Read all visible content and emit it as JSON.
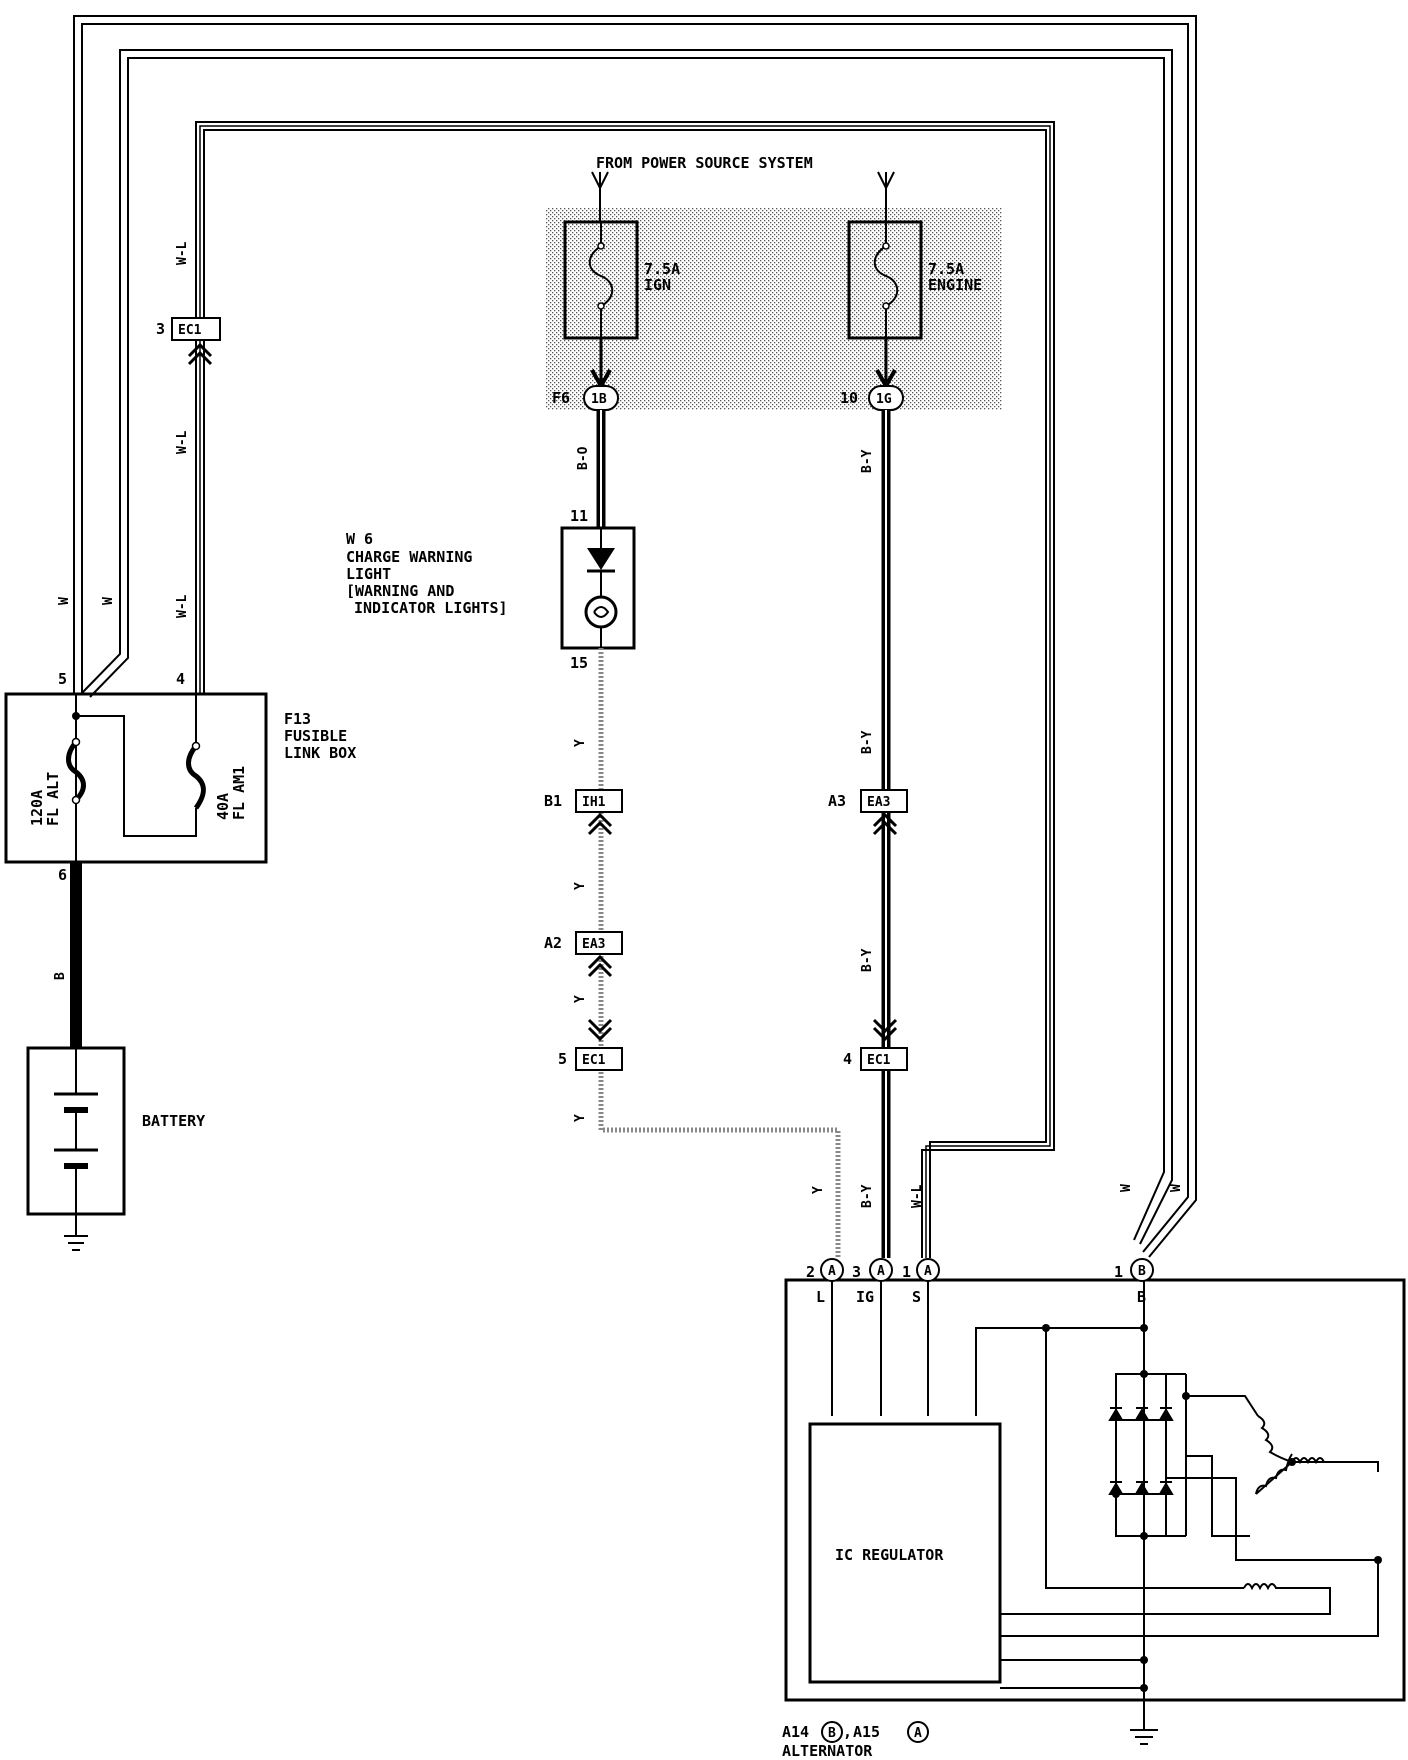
{
  "header": {
    "power_source": "FROM POWER SOURCE SYSTEM"
  },
  "fuses": [
    {
      "rating": "7.5A",
      "name": "IGN"
    },
    {
      "rating": "7.5A",
      "name": "ENGINE"
    }
  ],
  "junction": {
    "ign_pin": "F6",
    "ign_code": "1B",
    "eng_pin": "10",
    "eng_code": "1G"
  },
  "wire_colors": {
    "w": "W",
    "wl": "W-L",
    "bo": "B-O",
    "by": "B-Y",
    "y": "Y",
    "b": "B"
  },
  "connectors": {
    "ec1_wl": {
      "pin": "3",
      "code": "EC1"
    },
    "ih1": {
      "pin": "B1",
      "code": "IH1"
    },
    "ea3_a3": {
      "pin": "A3",
      "code": "EA3"
    },
    "ea3_a2": {
      "pin": "A2",
      "code": "EA3"
    },
    "ec1_y": {
      "pin": "5",
      "code": "EC1"
    },
    "ec1_by": {
      "pin": "4",
      "code": "EC1"
    }
  },
  "warning_light": {
    "id": "W 6",
    "line1": "CHARGE WARNING",
    "line2": "LIGHT",
    "line3": "[WARNING AND",
    "line4": "INDICATOR LIGHTS]",
    "pin_in": "11",
    "pin_out": "15"
  },
  "fusible_link_box": {
    "id": "F13",
    "line1": "FUSIBLE",
    "line2": "LINK BOX",
    "fuse1_rating": "120A",
    "fuse1_name": "FL ALT",
    "fuse2_rating": "40A",
    "fuse2_name": "FL AM1",
    "pin5": "5",
    "pin4": "4",
    "pin6": "6"
  },
  "battery": {
    "label": "BATTERY"
  },
  "alternator": {
    "pins": [
      {
        "num": "2",
        "conn": "A",
        "term": "L"
      },
      {
        "num": "3",
        "conn": "A",
        "term": "IG"
      },
      {
        "num": "1",
        "conn": "A",
        "term": "S"
      },
      {
        "num": "1",
        "conn": "B",
        "term": "B"
      }
    ],
    "regulator": "IC REGULATOR",
    "caption_id1": "A14",
    "caption_c1": "B",
    "caption_sep": ",",
    "caption_id2": "A15",
    "caption_c2": "A",
    "caption_name": "ALTERNATOR"
  }
}
